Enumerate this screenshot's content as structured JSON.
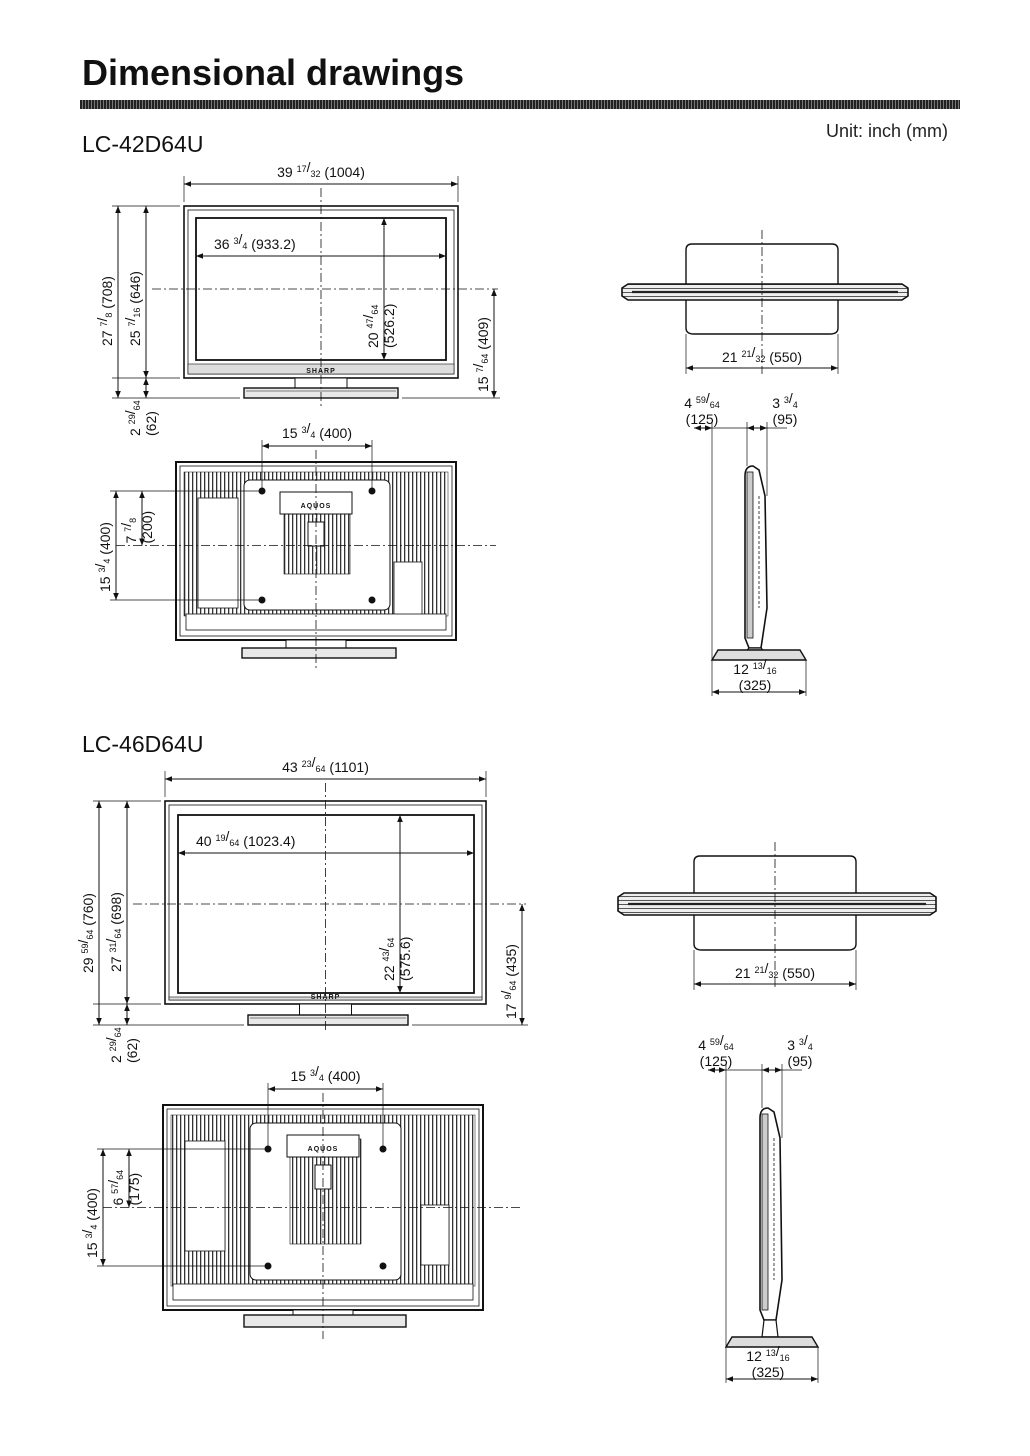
{
  "page": {
    "title": "Dimensional drawings",
    "unit": "Unit: inch (mm)",
    "brand_text": "AQUOS"
  },
  "models": [
    {
      "name": "LC-42D64U",
      "front": {
        "overall_width": {
          "whole": "39",
          "num": "17",
          "den": "32",
          "mm": "(1004)"
        },
        "screen_width": {
          "whole": "36",
          "num": "3",
          "den": "4",
          "mm": "(933.2)"
        },
        "overall_height": {
          "whole": "27",
          "num": "7",
          "den": "8",
          "mm": "(708)"
        },
        "panel_height": {
          "whole": "25",
          "num": "7",
          "den": "16",
          "mm": "(646)"
        },
        "screen_height": {
          "whole": "20",
          "num": "47",
          "den": "64",
          "mm": "(526.2)"
        },
        "center_height": {
          "whole": "15",
          "num": "7",
          "den": "64",
          "mm": "(409)"
        },
        "stand_height": {
          "whole": "2",
          "num": "29",
          "den": "64",
          "mm": "(62)"
        }
      },
      "rear": {
        "vesa_width": {
          "whole": "15",
          "num": "3",
          "den": "4",
          "mm": "(400)"
        },
        "vesa_height": {
          "whole": "15",
          "num": "3",
          "den": "4",
          "mm": "(400)"
        },
        "vesa_offset": {
          "whole": "7",
          "num": "7",
          "den": "8",
          "mm": "(200)"
        }
      },
      "top": {
        "stand_width": {
          "whole": "21",
          "num": "21",
          "den": "32",
          "mm": "(550)"
        }
      },
      "side": {
        "front_depth": {
          "whole": "4",
          "num": "59",
          "den": "64",
          "mm": "(125)"
        },
        "panel_depth": {
          "whole": "3",
          "num": "3",
          "den": "4",
          "mm": "(95)"
        },
        "stand_depth": {
          "whole": "12",
          "num": "13",
          "den": "16",
          "mm": "(325)"
        }
      }
    },
    {
      "name": "LC-46D64U",
      "front": {
        "overall_width": {
          "whole": "43",
          "num": "23",
          "den": "64",
          "mm": "(1101)"
        },
        "screen_width": {
          "whole": "40",
          "num": "19",
          "den": "64",
          "mm": "(1023.4)"
        },
        "overall_height": {
          "whole": "29",
          "num": "59",
          "den": "64",
          "mm": "(760)"
        },
        "panel_height": {
          "whole": "27",
          "num": "31",
          "den": "64",
          "mm": "(698)"
        },
        "screen_height": {
          "whole": "22",
          "num": "43",
          "den": "64",
          "mm": "(575.6)"
        },
        "center_height": {
          "whole": "17",
          "num": "9",
          "den": "64",
          "mm": "(435)"
        },
        "stand_height": {
          "whole": "2",
          "num": "29",
          "den": "64",
          "mm": "(62)"
        }
      },
      "rear": {
        "vesa_width": {
          "whole": "15",
          "num": "3",
          "den": "4",
          "mm": "(400)"
        },
        "vesa_height": {
          "whole": "15",
          "num": "3",
          "den": "4",
          "mm": "(400)"
        },
        "vesa_offset": {
          "whole": "6",
          "num": "57",
          "den": "64",
          "mm": "(175)"
        }
      },
      "top": {
        "stand_width": {
          "whole": "21",
          "num": "21",
          "den": "32",
          "mm": "(550)"
        }
      },
      "side": {
        "front_depth": {
          "whole": "4",
          "num": "59",
          "den": "64",
          "mm": "(125)"
        },
        "panel_depth": {
          "whole": "3",
          "num": "3",
          "den": "4",
          "mm": "(95)"
        },
        "stand_depth": {
          "whole": "12",
          "num": "13",
          "den": "16",
          "mm": "(325)"
        }
      }
    }
  ]
}
